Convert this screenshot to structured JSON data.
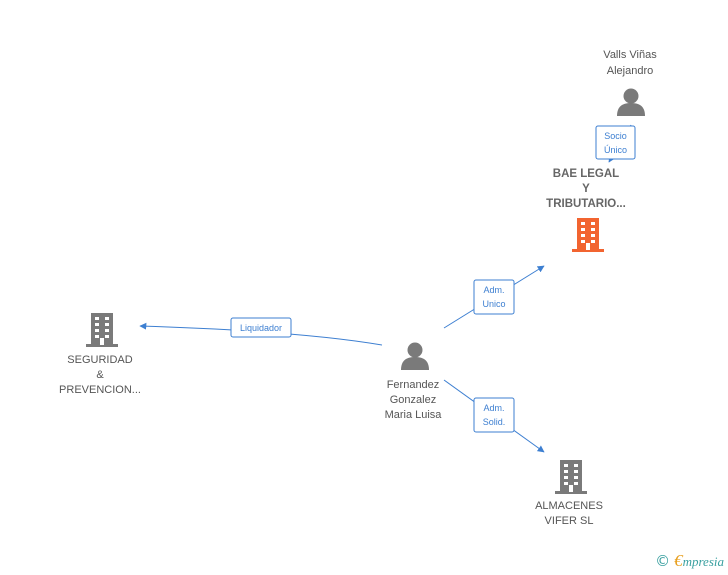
{
  "nodes": {
    "valls": {
      "line1": "Valls Viñas",
      "line2": "Alejandro",
      "icon": "person-icon"
    },
    "bae": {
      "line1": "BAE LEGAL",
      "line2": "Y",
      "line3": "TRIBUTARIO...",
      "icon": "building-icon",
      "color": "#f26430"
    },
    "seguridad": {
      "line1": "SEGURIDAD",
      "line2": "&",
      "line3": "PREVENCION...",
      "icon": "building-icon"
    },
    "fernandez": {
      "line1": "Fernandez",
      "line2": "Gonzalez",
      "line3": "Maria Luisa",
      "icon": "person-icon"
    },
    "almacenes": {
      "line1": "ALMACENES",
      "line2": "VIFER SL",
      "icon": "building-icon"
    }
  },
  "edges": {
    "socio": {
      "line1": "Socio",
      "line2": "Único"
    },
    "adm_unico": {
      "line1": "Adm.",
      "line2": "Unico"
    },
    "liquidador": {
      "line1": "Liquidador"
    },
    "adm_solid": {
      "line1": "Adm.",
      "line2": "Solid."
    }
  },
  "footer": {
    "copyright": "©",
    "brand_first": "€",
    "brand_rest": "mpresia"
  },
  "colors": {
    "edge": "#3d7fd1",
    "icon_gray": "#7a7a7a",
    "icon_highlight": "#f26430",
    "brand": "#3aa0a0"
  }
}
